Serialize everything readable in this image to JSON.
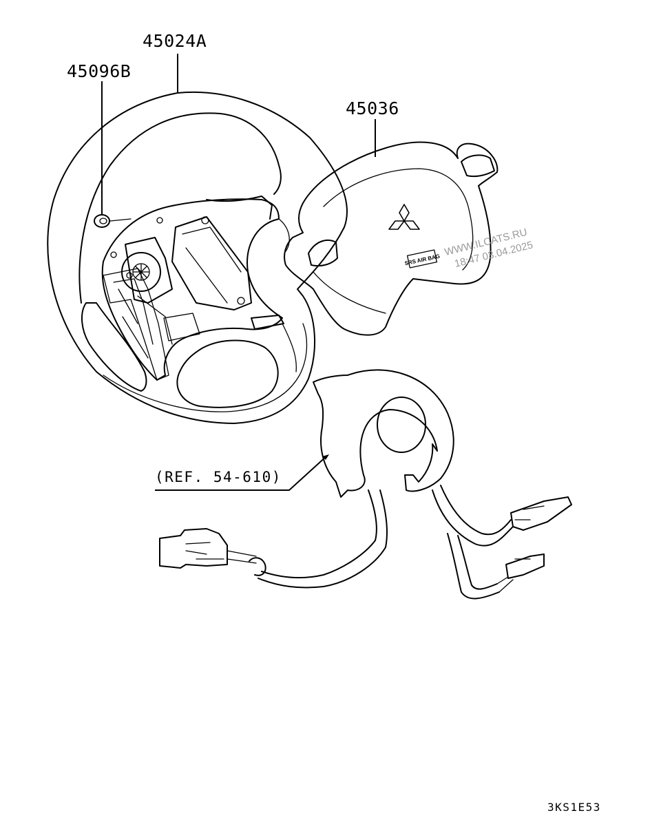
{
  "parts": {
    "steering_wheel": "45024A",
    "horn_button": "45096B",
    "airbag_module": "45036"
  },
  "clock_spring_ref": "(REF. 54-610)",
  "airbag_badge": "SRS AIR BAG",
  "watermark": {
    "line1": "WWW.ILCATS.RU",
    "line2": "18:47 03.04.2025"
  },
  "diagram_code": "3KS1E53",
  "colors": {
    "ink": "#000000",
    "paper": "#ffffff",
    "watermark": "#9a9a9a"
  }
}
